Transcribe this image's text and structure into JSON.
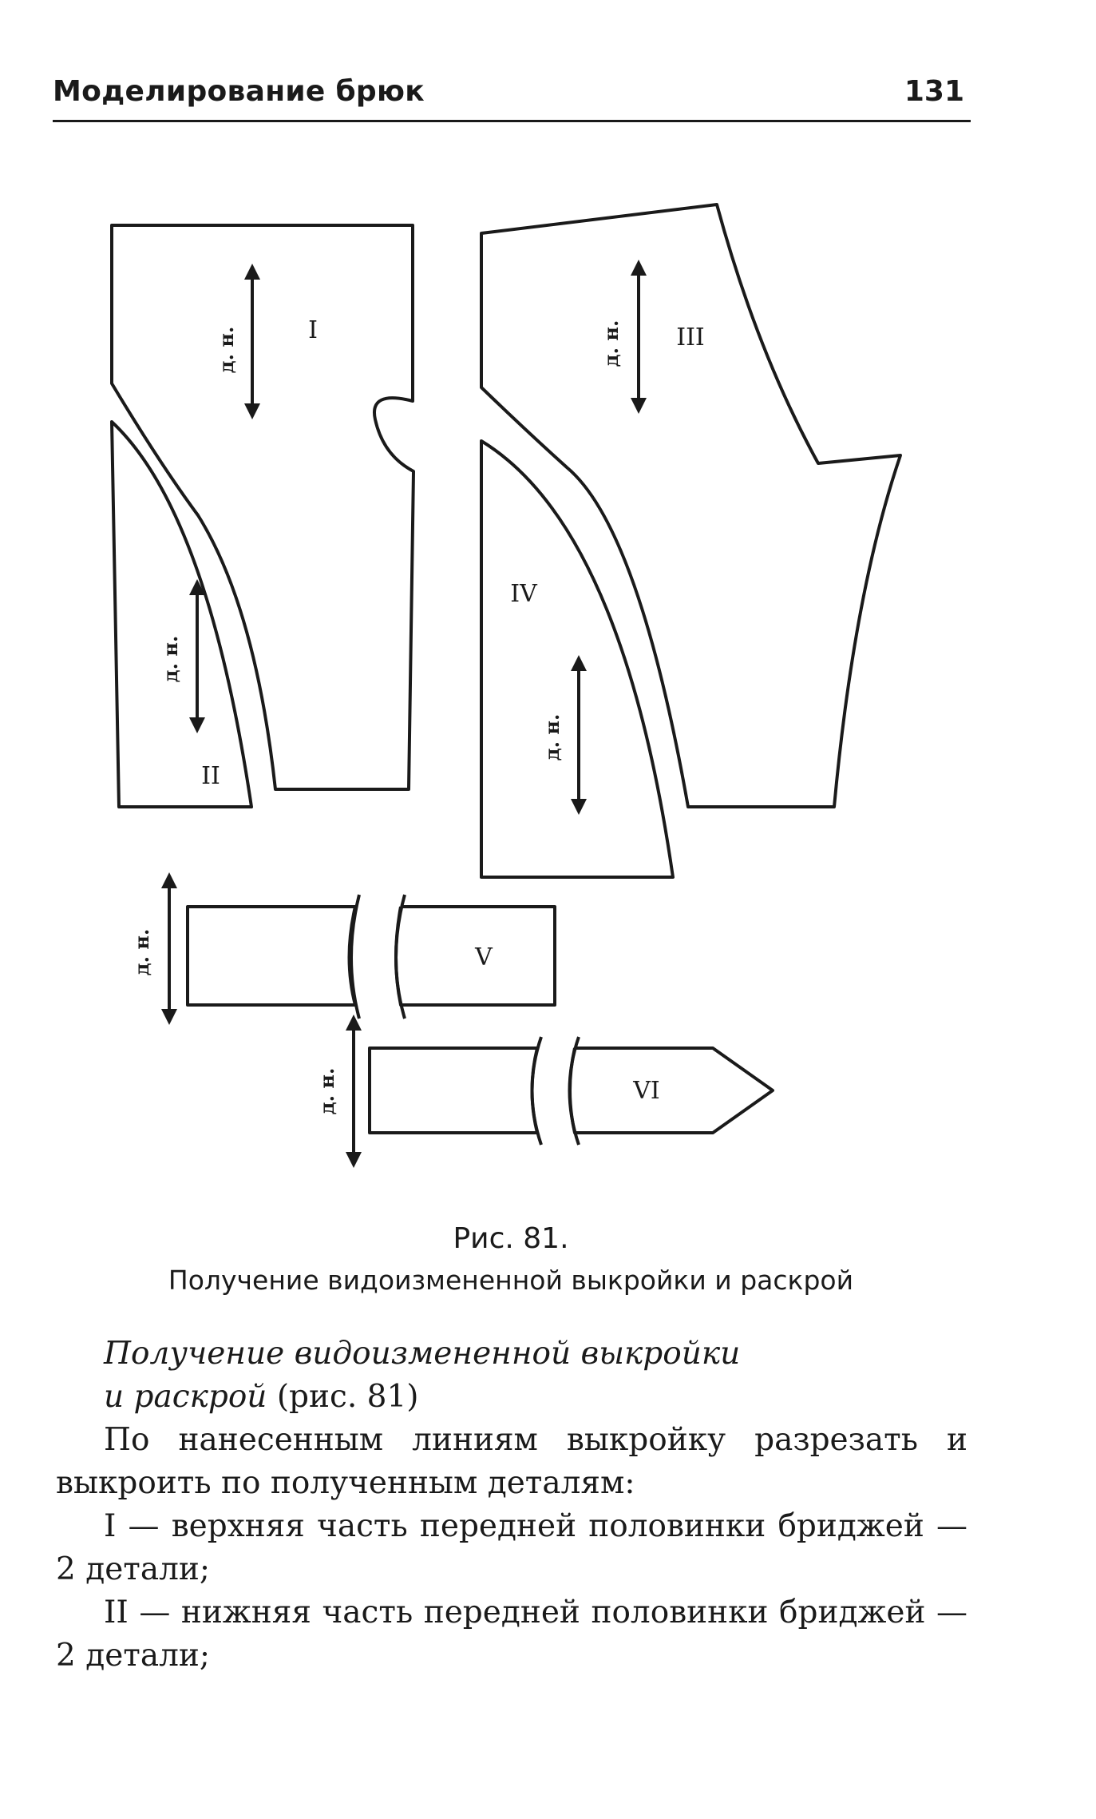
{
  "header": {
    "title": "Моделирование брюк",
    "page_number": "131"
  },
  "figure": {
    "pieces": {
      "p1": "I",
      "p2": "II",
      "p3": "III",
      "p4": "IV",
      "p5": "V",
      "p6": "VI"
    },
    "grain_label": "д. н."
  },
  "caption": {
    "number": "Рис. 81.",
    "title": "Получение видоизмененной выкройки и раскрой"
  },
  "body": {
    "subheading_italic_1": "Получение видоизмененной выкройки",
    "subheading_italic_2": "и раскрой",
    "subheading_ref": "(рис. 81)",
    "paragraph_1": "По нанесенным линиям выкройку разрезать и выкроить по полученным деталям:",
    "item_1": "I — верхняя часть передней половинки бриджей —2 детали;",
    "item_2": "II — нижняя часть передней половинки бриджей — 2 детали;"
  }
}
